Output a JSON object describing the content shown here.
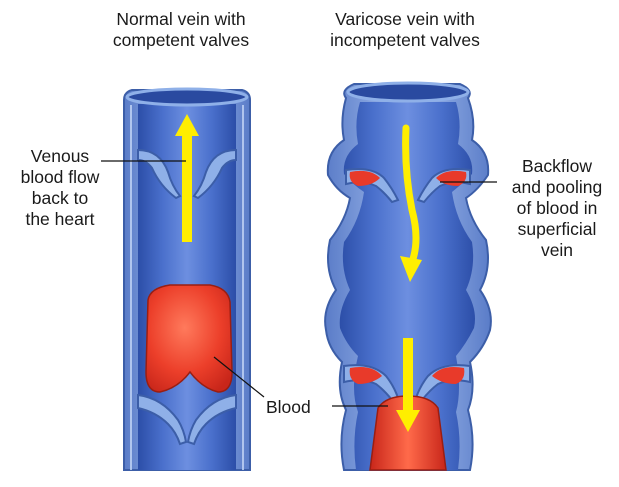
{
  "labels": {
    "normal_vein_title": [
      "Normal vein with",
      "competent valves"
    ],
    "varicose_vein_title": [
      "Varicose vein with",
      "incompetent valves"
    ],
    "venous_flow": [
      "Venous",
      "blood flow",
      "back to",
      "the heart"
    ],
    "backflow": [
      "Backflow",
      "and pooling",
      "of blood in",
      "superficial",
      "vein"
    ],
    "blood": "Blood"
  },
  "colors": {
    "vein_wall_outer": "#5b7fc4",
    "vein_wall_inner": "#8fb0e8",
    "lumen": "#3f63bf",
    "blood": "#e83a2a",
    "arrow": "#ffee00"
  }
}
